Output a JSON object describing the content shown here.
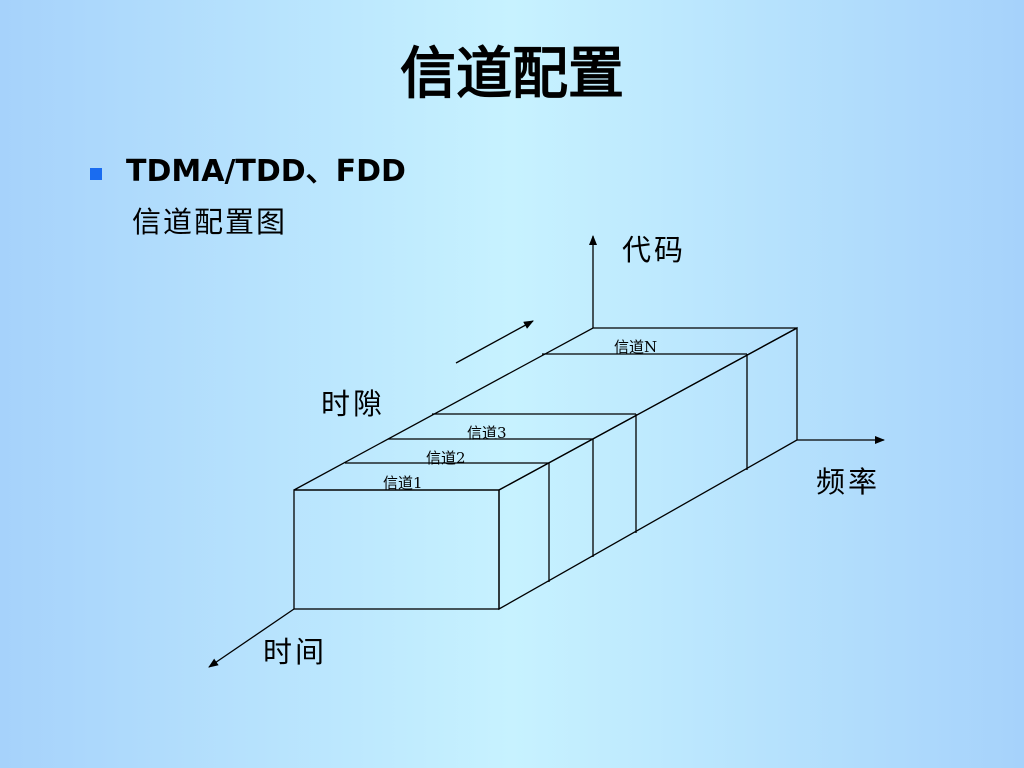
{
  "slide": {
    "title": "信道配置",
    "bullet": "TDMA/TDD、FDD",
    "subtitle": "信道配置图"
  },
  "diagram": {
    "axis_labels": {
      "code": "代码",
      "frequency": "频率",
      "time": "时间",
      "timeslot": "时隙"
    },
    "channel_labels": [
      "信道1",
      "信道2",
      "信道3",
      "信道N"
    ]
  },
  "colors": {
    "background_edge": "#a6d2fb",
    "background_center": "#c7f2ff",
    "bullet": "#1a6cf0",
    "line": "#000000"
  }
}
